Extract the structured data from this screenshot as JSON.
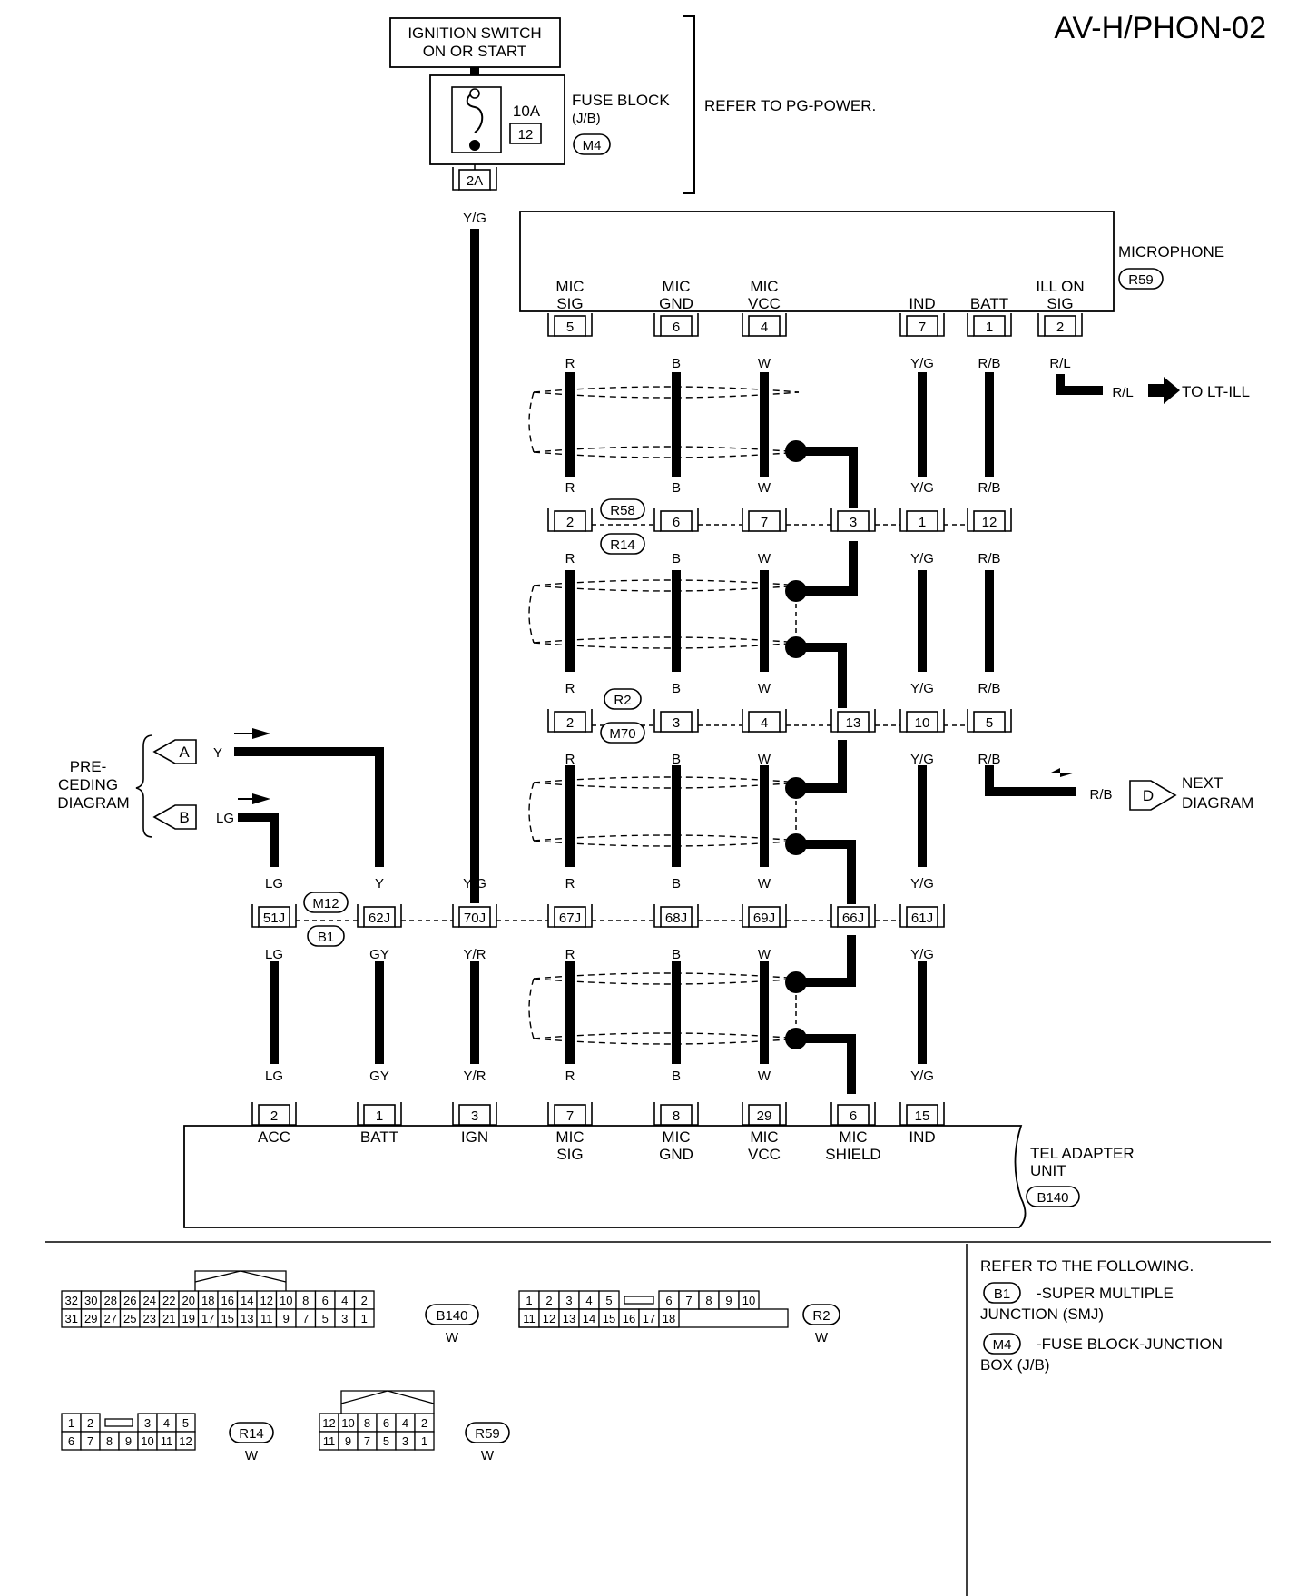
{
  "page_code": "AV-H/PHON-02",
  "ignition": {
    "line1": "IGNITION SWITCH",
    "line2": "ON OR START"
  },
  "fuse_block": {
    "amp": "10A",
    "fuse_no": "12",
    "name": "FUSE BLOCK",
    "sub": "(J/B)",
    "conn": "M4",
    "terminal": "2A",
    "wire": "Y/G",
    "refer": "REFER TO PG-POWER."
  },
  "microphone": {
    "name": "MICROPHONE",
    "conn": "R59",
    "pins": [
      {
        "l1": "MIC",
        "l2": "SIG",
        "pin": "5",
        "wire": "R"
      },
      {
        "l1": "MIC",
        "l2": "GND",
        "pin": "6",
        "wire": "B"
      },
      {
        "l1": "MIC",
        "l2": "VCC",
        "pin": "4",
        "wire": "W"
      },
      {
        "l1": "",
        "l2": "IND",
        "pin": "7",
        "wire": "Y/G"
      },
      {
        "l1": "",
        "l2": "BATT",
        "pin": "1",
        "wire": "R/B"
      },
      {
        "l1": "ILL ON",
        "l2": "SIG",
        "pin": "2",
        "wire": "R/L"
      }
    ],
    "ill": {
      "wire": "R/L",
      "dest": "TO LT-ILL"
    }
  },
  "connector_r58_r14": {
    "conn_top": "R58",
    "conn_bottom": "R14",
    "wire_top": [
      "R",
      "B",
      "W",
      "Y/G",
      "R/B"
    ],
    "pins": [
      "2",
      "6",
      "7",
      "3",
      "1",
      "12"
    ],
    "wire_bottom": [
      "R",
      "B",
      "W",
      "Y/G",
      "R/B"
    ]
  },
  "connector_r2_m70": {
    "conn_top": "R2",
    "conn_bottom": "M70",
    "wire_top": [
      "R",
      "B",
      "W",
      "Y/G",
      "R/B"
    ],
    "pins": [
      "2",
      "3",
      "4",
      "13",
      "10",
      "5"
    ],
    "wire_bottom": [
      "R",
      "B",
      "W",
      "Y/G",
      "R/B"
    ]
  },
  "next_diagram": {
    "wire": "R/B",
    "letter": "D",
    "l1": "NEXT",
    "l2": "DIAGRAM"
  },
  "preceding": {
    "l1": "PRE-",
    "l2": "CEDING",
    "l3": "DIAGRAM",
    "a_letter": "A",
    "a_wire": "Y",
    "b_letter": "B",
    "b_wire": "LG"
  },
  "connector_m12_b1": {
    "conn_top": "M12",
    "conn_bottom": "B1",
    "wire_top": [
      "LG",
      "Y",
      "Y/G",
      "R",
      "B",
      "W",
      "Y/G"
    ],
    "pins": [
      "51J",
      "62J",
      "70J",
      "67J",
      "68J",
      "69J",
      "66J",
      "61J"
    ],
    "wire_bottom": [
      "LG",
      "GY",
      "Y/R",
      "R",
      "B",
      "W",
      "Y/G"
    ]
  },
  "tel_adapter": {
    "l1": "TEL ADAPTER",
    "l2": "UNIT",
    "conn": "B140",
    "wires": [
      "LG",
      "GY",
      "Y/R",
      "R",
      "B",
      "W",
      "Y/G"
    ],
    "pins": [
      {
        "pin": "2",
        "l1": "ACC",
        "l2": ""
      },
      {
        "pin": "1",
        "l1": "BATT",
        "l2": ""
      },
      {
        "pin": "3",
        "l1": "IGN",
        "l2": ""
      },
      {
        "pin": "7",
        "l1": "MIC",
        "l2": "SIG"
      },
      {
        "pin": "8",
        "l1": "MIC",
        "l2": "GND"
      },
      {
        "pin": "29",
        "l1": "MIC",
        "l2": "VCC"
      },
      {
        "pin": "6",
        "l1": "MIC",
        "l2": "SHIELD"
      },
      {
        "pin": "15",
        "l1": "IND",
        "l2": ""
      }
    ]
  },
  "connector_faces": {
    "b140": {
      "top": [
        "32",
        "30",
        "28",
        "26",
        "24",
        "22",
        "20",
        "18",
        "16",
        "14",
        "12",
        "10",
        "8",
        "6",
        "4",
        "2"
      ],
      "bottom": [
        "31",
        "29",
        "27",
        "25",
        "23",
        "21",
        "19",
        "17",
        "15",
        "13",
        "11",
        "9",
        "7",
        "5",
        "3",
        "1"
      ],
      "conn": "B140",
      "color": "W"
    },
    "r2": {
      "top": [
        "1",
        "2",
        "3",
        "4",
        "5",
        "6",
        "7",
        "8",
        "9",
        "10"
      ],
      "bottom": [
        "11",
        "12",
        "13",
        "14",
        "15",
        "16",
        "17",
        "18"
      ],
      "conn": "R2",
      "color": "W"
    },
    "r14": {
      "top": [
        "1",
        "2",
        "3",
        "4",
        "5"
      ],
      "bottom": [
        "6",
        "7",
        "8",
        "9",
        "10",
        "11",
        "12"
      ],
      "conn": "R14",
      "color": "W"
    },
    "r59": {
      "top": [
        "12",
        "10",
        "8",
        "6",
        "4",
        "2"
      ],
      "bottom": [
        "11",
        "9",
        "7",
        "5",
        "3",
        "1"
      ],
      "conn": "R59",
      "color": "W"
    }
  },
  "legend": {
    "heading": "REFER TO THE FOLLOWING.",
    "b1_code": "B1",
    "b1_l1": "-SUPER MULTIPLE",
    "b1_l2": "JUNCTION (SMJ)",
    "m4_code": "M4",
    "m4_l1": "-FUSE BLOCK-JUNCTION",
    "m4_l2": "BOX (J/B)"
  }
}
